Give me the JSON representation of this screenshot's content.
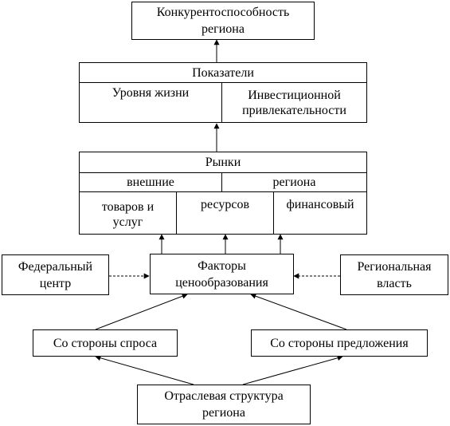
{
  "diagram": {
    "top": {
      "line1": "Конкурентоспособность",
      "line2": "региона"
    },
    "indicators": {
      "title": "Показатели",
      "living": "Уровня жизни",
      "invest_line1": "Инвестиционной",
      "invest_line2": "привлекательности"
    },
    "markets": {
      "title": "Рынки",
      "external": "внешние",
      "regional": "региона",
      "goods_line1": "товаров и",
      "goods_line2": "услуг",
      "resources": "ресурсов",
      "financial": "финансовый"
    },
    "federal": {
      "line1": "Федеральный",
      "line2": "центр"
    },
    "factors": {
      "line1": "Факторы",
      "line2": "ценообразования"
    },
    "regional_power": {
      "line1": "Региональная",
      "line2": "власть"
    },
    "demand": "Со стороны спроса",
    "supply": "Со стороны предложения",
    "sector": {
      "line1": "Отраслевая структура",
      "line2": "региона"
    }
  }
}
